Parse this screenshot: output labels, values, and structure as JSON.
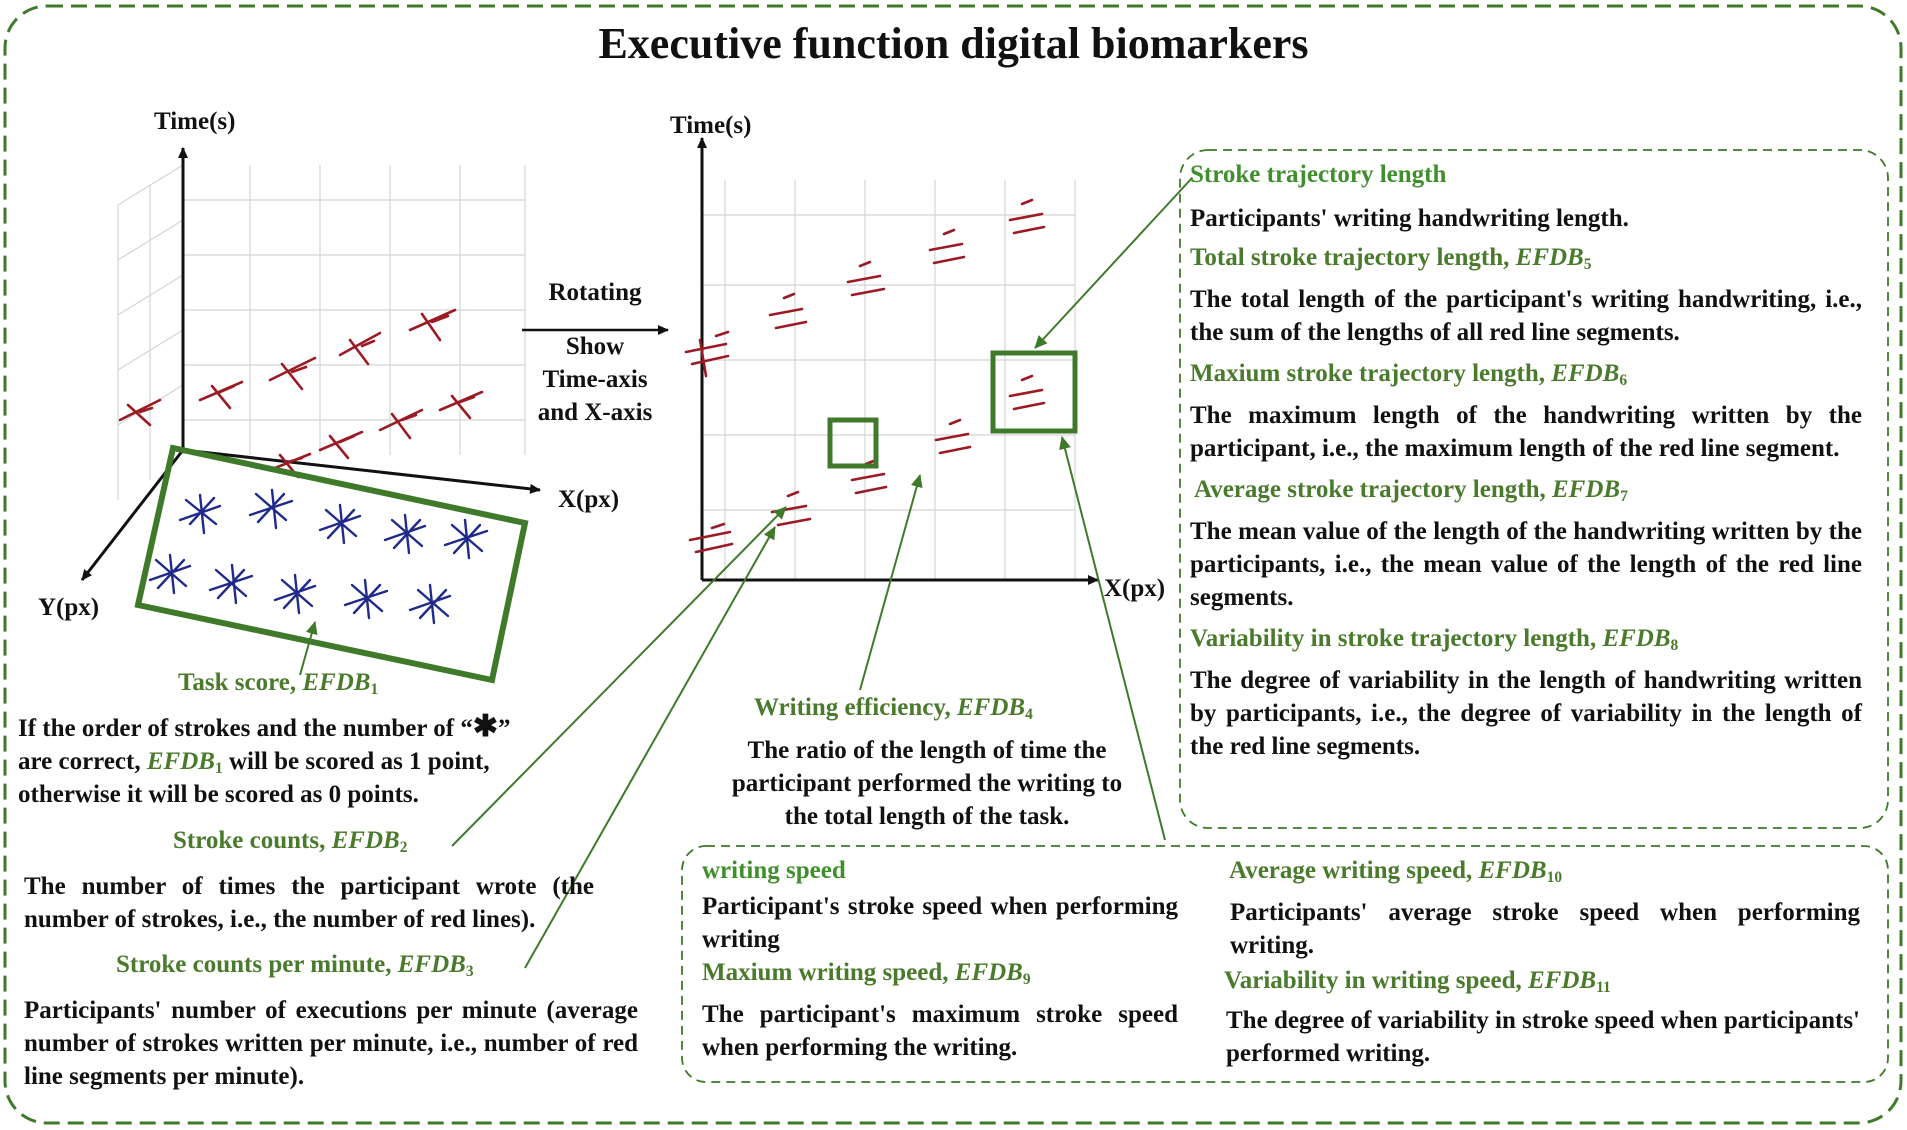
{
  "title": "Executive function digital biomarkers",
  "colors": {
    "frame": "#3f7a2a",
    "heading": "#3f8f2c",
    "pen_trace": "#9b1b25",
    "ink": "#1f2a8a",
    "highlight": "#3f8f2c"
  },
  "plot3d": {
    "time_label": "Time(s)",
    "x_label": "X(px)",
    "y_label": "Y(px)"
  },
  "arrow_note": {
    "line1": "Rotating",
    "line2": "Show",
    "line3": "Time-axis",
    "line4": "and X-axis"
  },
  "plot2d": {
    "time_label": "Time(s)",
    "x_label": "X(px)"
  },
  "task_score": {
    "heading": "Task score, ",
    "code": "EFDB",
    "sub": "1",
    "text_a": "If the order of strokes and the number of “",
    "char": "✱",
    "text_b": "”",
    "line2_a": "are correct, ",
    "line2_code": "EFDB",
    "line2_sub": "1",
    "line2_b": " will be scored as 1 point,",
    "line3": "otherwise it will be scored as 0 points."
  },
  "stroke_counts": {
    "heading": "Stroke counts, ",
    "code": "EFDB",
    "sub": "2",
    "text": "The number of times the participant wrote (the number of strokes, i.e., the number of red lines)."
  },
  "stroke_counts_per_minute": {
    "heading": "Stroke counts per minute, ",
    "code": "EFDB",
    "sub": "3",
    "text": "Participants' number of executions per minute (average number of strokes written per minute, i.e., number of red line segments per minute)."
  },
  "writing_efficiency": {
    "heading": "Writing efficiency, ",
    "code": "EFDB",
    "sub": "4",
    "text": "The ratio of the length of time the participant performed the writing to the total length of the task."
  },
  "trajectory": {
    "heading": "Stroke trajectory length",
    "text": "Participants' writing handwriting length.",
    "total_heading": "Total stroke trajectory length, ",
    "total_code": "EFDB",
    "total_sub": "5",
    "total_text": "The total length of the participant's writing handwriting, i.e., the sum of the lengths of all red line segments.",
    "max_heading": "Maxium stroke trajectory length, ",
    "max_code": "EFDB",
    "max_sub": "6",
    "max_text": "The maximum length of the handwriting written by the participant, i.e., the maximum length of the red line segment.",
    "avg_heading": "Average stroke trajectory length, ",
    "avg_code": "EFDB",
    "avg_sub": "7",
    "avg_text": "The mean value of the length of the handwriting written by the participants, i.e., the mean value of the length of the red line segments.",
    "var_heading": "Variability in stroke trajectory length, ",
    "var_code": "EFDB",
    "var_sub": "8",
    "var_text": "The degree of variability in the length of handwriting written by participants, i.e., the degree of variability in the length of the red line segments."
  },
  "speed": {
    "heading": "writing speed",
    "text": "Participant's stroke speed when performing writing",
    "max_heading": "Maxium writing speed, ",
    "max_code": "EFDB",
    "max_sub": "9",
    "max_text": "The participant's maximum stroke speed when performing the writing.",
    "avg_heading": "Average writing speed, ",
    "avg_code": "EFDB",
    "avg_sub": "10",
    "avg_text": "Participants' average stroke speed when performing writing.",
    "var_heading": "Variability in writing speed, ",
    "var_code": "EFDB",
    "var_sub": "11",
    "var_text": "The degree of variability in stroke speed when participants' performed writing."
  }
}
